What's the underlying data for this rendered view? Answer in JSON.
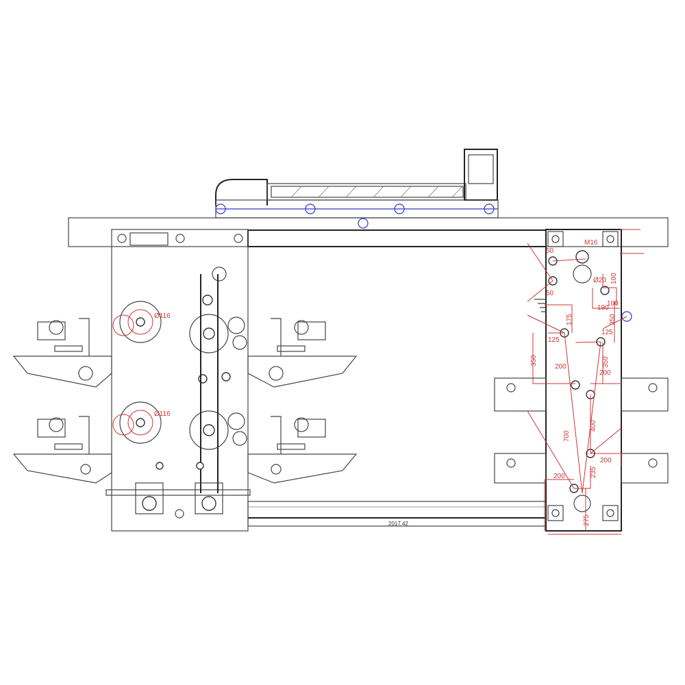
{
  "drawing": {
    "date_label": "2017.42",
    "left_unit": {
      "dia_upper": "Ø116",
      "dia_lower": "Ø116"
    },
    "right_panel": {
      "bolt_label": "M16",
      "dims": {
        "d50_top": "50",
        "d50_bot": "50",
        "d20": "Ø20",
        "d100_v": "100",
        "d100_h": "100",
        "d190": "190",
        "d350_right_top": "350",
        "d175": "175",
        "d125_left": "125",
        "d125_right": "125",
        "d350_left": "350",
        "d350_mid": "350",
        "d200_left": "200",
        "d200_right": "200",
        "d400": "400",
        "d700": "700",
        "d200_lower_right": "200",
        "d235": "235",
        "d200_bottom": "200",
        "d275": "275"
      }
    },
    "colors": {
      "line": "#444444",
      "dimension": "#cc3333",
      "highlight": "#3333cc"
    }
  }
}
